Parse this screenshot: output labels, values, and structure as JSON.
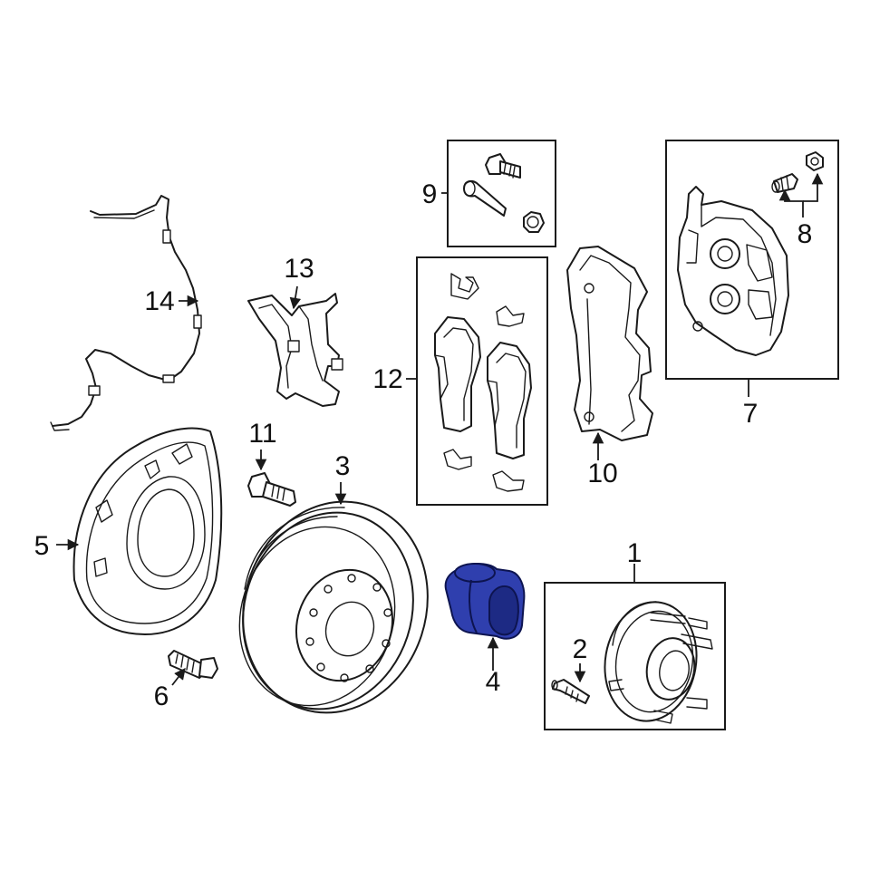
{
  "diagram": {
    "type": "exploded parts diagram",
    "highlight_color": "#2f3fae",
    "highlighted_part": "4",
    "callouts": {
      "c1": "1",
      "c2": "2",
      "c3": "3",
      "c4": "4",
      "c5": "5",
      "c6": "6",
      "c7": "7",
      "c8": "8",
      "c9": "9",
      "c10": "10",
      "c11": "11",
      "c12": "12",
      "c13": "13",
      "c14": "14"
    }
  }
}
